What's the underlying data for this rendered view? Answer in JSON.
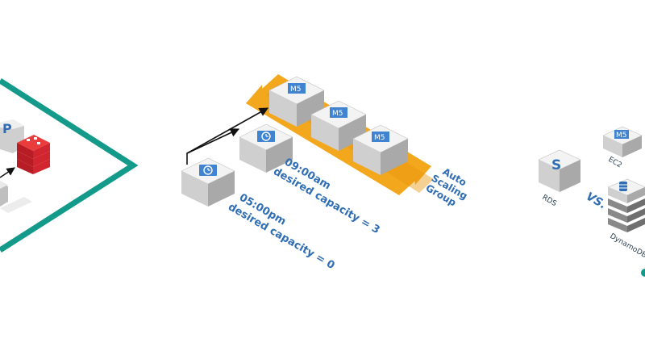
{
  "colors": {
    "accent_blue": "#2f6db5",
    "chip_blue": "#3f83d1",
    "teal": "#139a8a",
    "orange": "#f2a71c",
    "redis_red": "#d9262e",
    "box_top": "#f3f3f3",
    "box_left": "#cfcfcf",
    "box_right": "#a9a9a9"
  },
  "schedule": {
    "morning": {
      "time": "09:00am",
      "capacity": "desired capacity = 3",
      "icon": "clock-icon"
    },
    "evening": {
      "time": "05:00pm",
      "capacity": "desired capacity = 0",
      "icon": "clock-icon"
    }
  },
  "asg": {
    "label_lines": [
      "Auto",
      "Scaling",
      "Group"
    ],
    "instances": [
      {
        "label": "M5"
      },
      {
        "label": "M5"
      },
      {
        "label": "M5"
      }
    ]
  },
  "comparison": {
    "rds_label": "RDS",
    "rds_icon": "S",
    "ec2_label": "EC2",
    "ec2_chip": "M5",
    "vs_label": "VS.",
    "dynamo_label": "DynamoDB"
  },
  "left_panel": {
    "partial_letter": "P",
    "redis_icon": "redis-icon"
  }
}
